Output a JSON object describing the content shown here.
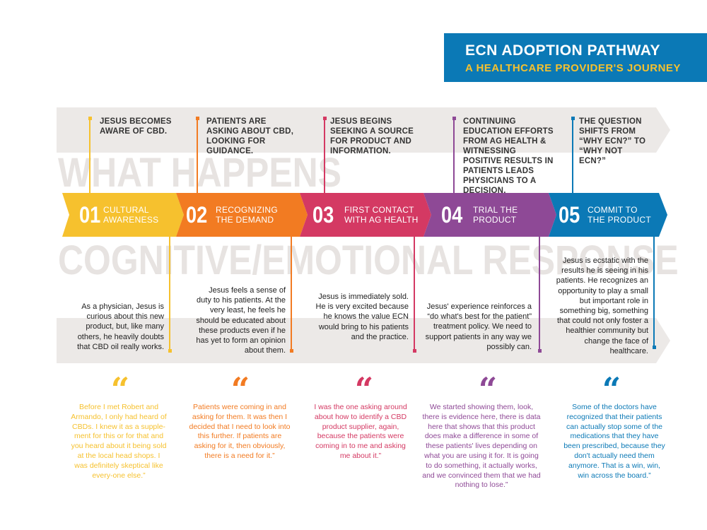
{
  "title": {
    "main": "ECN ADOPTION PATHWAY",
    "subtitle": "A HEALTHCARE PROVIDER'S JOURNEY"
  },
  "section_labels": {
    "what_happens": "WHAT HAPPENS",
    "cognitive": "COGNITIVE/EMOTIONAL RESPONSE"
  },
  "colors": {
    "yellow": "#f6c12e",
    "orange": "#f27b22",
    "pink": "#d43963",
    "purple": "#8e4996",
    "blue": "#0b79b6",
    "band_gray": "#ece9e7"
  },
  "events": [
    "JESUS BECOMES AWARE OF CBD.",
    "PATIENTS ARE ASKING ABOUT CBD, LOOKING FOR GUIDANCE.",
    "JESUS BEGINS SEEKING A SOURCE FOR PRODUCT AND INFORMATION.",
    "CONTINUING EDUCATION EFFORTS FROM AG HEALTH & WITNESSING POSITIVE RESULTS IN PATIENTS LEADS PHYSICIANS TO A DECISION.",
    "THE QUESTION SHIFTS FROM “WHY ECN?” TO “WHY NOT ECN?”"
  ],
  "steps": [
    {
      "number": "01",
      "label": "CULTURAL\nAWARENESS"
    },
    {
      "number": "02",
      "label": "RECOGNIZING\nTHE DEMAND"
    },
    {
      "number": "03",
      "label": "FIRST CONTACT\nWITH AG HEALTH"
    },
    {
      "number": "04",
      "label": "TRIAL THE\nPRODUCT"
    },
    {
      "number": "05",
      "label": "COMMIT TO\nTHE PRODUCT"
    }
  ],
  "responses": [
    "As a physician, Jesus is curious about this new product, but, like many others, he heavily doubts that CBD oil really works.",
    "Jesus feels a sense of duty to his patients. At the very least, he feels he should be educated about these products even if he has yet to form an opinion about them.",
    "Jesus is immediately sold. He is very excited because he knows the value ECN would bring to his patients and the practice.",
    "Jesus' experience reinforces a “do what's best for the patient” treatment policy. We need to support patients in any way we possibly can.",
    "Jesus is ecstatic with the results he is seeing in his patients. He recognizes an opportunity to play a small but important role in something big, something that could not only foster a healthier community but change the face of healthcare."
  ],
  "quote_mark": "“",
  "quotes": [
    "Before I met Robert and Armando, I only had heard of CBDs. I knew it as a supple-ment for this or for that and you heard about it being sold at the local head shops. I was definitely skeptical like every-one else.”",
    "Patients were coming in and asking for them. It was then I decided that I need to look into this further. If patients are asking for it, then obviously, there is a need for it.”",
    "I was the one asking around about how to identify a CBD product supplier, again, because the patients were coming in to me and asking me about it.”",
    "We started showing them, look, there is evidence here, there is data here that shows that this product does make a difference in some of these patients' lives depending on what you are using it for. It is going to do something, it actually works, and we convinced them that we had nothing to lose.”",
    "Some of the doctors have recognized that their patients can actually stop some of the medications that they have been prescribed, because they don't actually need them anymore. That is a win, win, win across the board.”"
  ]
}
